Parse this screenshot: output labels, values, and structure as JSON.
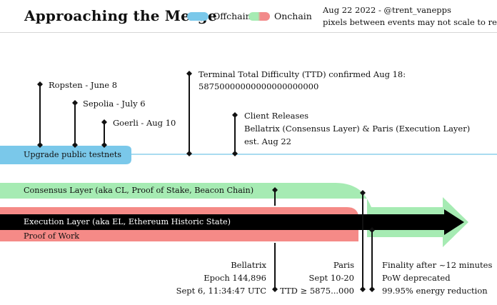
{
  "header": {
    "title": "Approaching the Merge",
    "legend": [
      {
        "label": "Offchain",
        "color": "#7ac8ea"
      },
      {
        "label": "Onchain",
        "gradient_from": "#a6ebb3",
        "gradient_to": "#f28a8a"
      }
    ],
    "meta_line1": "Aug 22 2022 - @trent_vanepps",
    "meta_line2": "pixels between events may not scale to reality"
  },
  "colors": {
    "offchain": "#7ac8ea",
    "consensus": "#a6ebb3",
    "execution": "#000000",
    "pow": "#f58a87",
    "marker": "#111111"
  },
  "testnets": {
    "bar_label": "Upgrade public testnets",
    "ropsten": "Ropsten - June 8",
    "sepolia": "Sepolia - July 6",
    "goerli": "Goerli - Aug 10",
    "ttd_line1": "Terminal Total Difficulty (TTD) confirmed Aug 18:",
    "ttd_line2": "58750000000000000000000",
    "client_line1": "Client Releases",
    "client_line2": "Bellatrix (Consensus Layer) & Paris (Execution Layer)",
    "client_line3": "est. Aug 22"
  },
  "layers": {
    "consensus": "Consensus Layer (aka CL, Proof of Stake, Beacon Chain)",
    "execution": "Execution Layer (aka EL, Ethereum Historic State)",
    "pow": "Proof of Work"
  },
  "events": {
    "bellatrix": {
      "line1": "Bellatrix",
      "line2": "Epoch 144,896",
      "line3": "Sept 6, 11:34:47 UTC"
    },
    "paris": {
      "line1": "Paris",
      "line2": "Sept 10-20",
      "line3": "TTD ≥ 5875...000"
    },
    "finality": {
      "line1": "Finality after ~12 minutes",
      "line2": "PoW deprecated",
      "line3": "99.95% energy reduction"
    }
  }
}
